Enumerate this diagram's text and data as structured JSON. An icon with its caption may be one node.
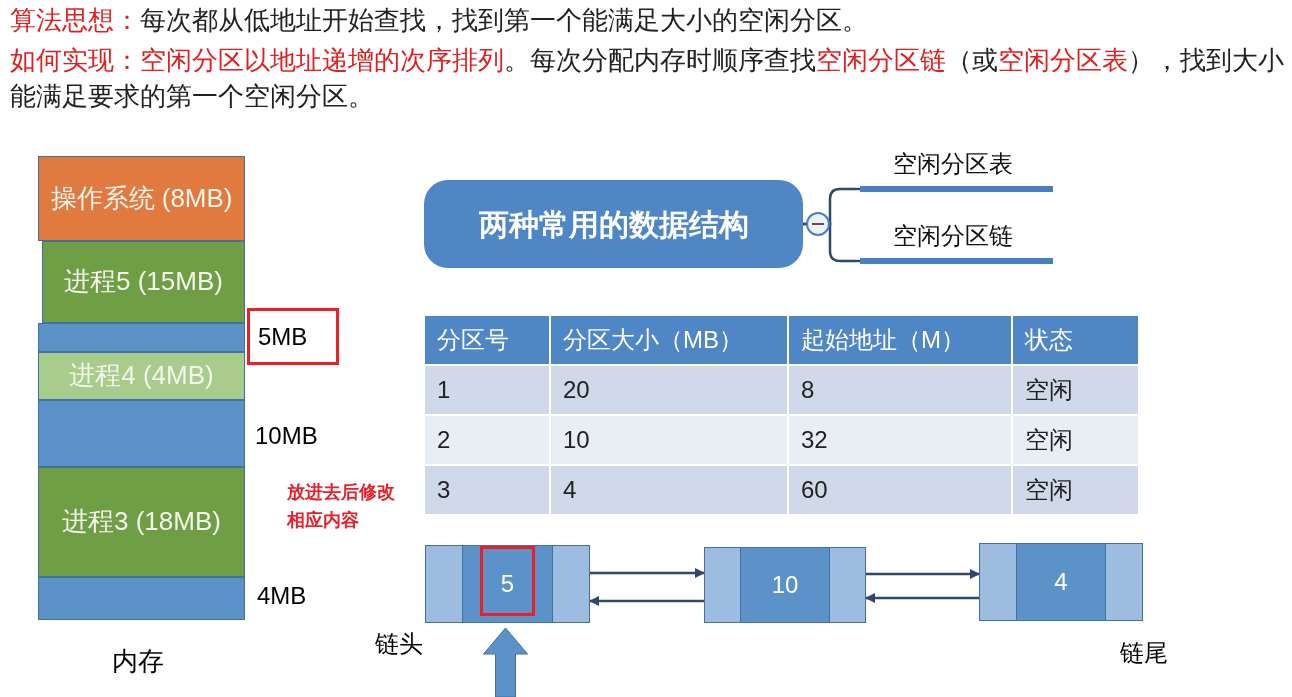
{
  "diagram": {
    "nodes": [
      {
        "text": [
          "操作系统 (8MB)"
        ]
      },
      {
        "text": [
          "进程5 (15MB)"
        ]
      },
      {
        "text": [],
        "shape": "box"
      },
      {
        "text": [
          "5MB"
        ]
      },
      {
        "text": [
          "进程4 (4MB)"
        ]
      },
      {
        "text": [],
        "shape": "box",
        "beside": [
          "10MB"
        ]
      },
      {
        "text": [
          "进程3 (18MB)"
        ]
      },
      {
        "text": [],
        "shape": "box",
        "beside": [
          "4MB"
        ]
      },
      {
        "text": [
          "两种常用的数据结构"
        ]
      },
      {
        "text": [
          "空闲分区表"
        ]
      },
      {
        "text": [
          "空闲分区链"
        ]
      },
      {
        "text": [
          "5"
        ],
        "beside": [
          "链头"
        ]
      },
      {
        "text": [
          "10"
        ]
      },
      {
        "text": [
          "4"
        ],
        "beside": [
          "链尾"
        ]
      }
    ],
    "edges": [
      {
        "from": 8,
        "to": 9,
        "arrow": "none"
      },
      {
        "from": 8,
        "to": 10,
        "arrow": "none"
      },
      {
        "from": 11,
        "to": 12,
        "arrow": "to"
      },
      {
        "from": 12,
        "to": 11,
        "arrow": "to"
      },
      {
        "from": 12,
        "to": 13,
        "arrow": "to"
      },
      {
        "from": 13,
        "to": 12,
        "arrow": "to"
      },
      {
        "from": null,
        "to": 11,
        "arrow": "to",
        "style": "thick",
        "color": "#5b93c9"
      }
    ],
    "labels": [
      "**算法思想：**每次都从低地址开始查找，找到第一个能满足大小的空闲分区。",
      "**如何实现：空闲分区以地址递增的次序排列**。每次分配内存时顺序查找**空闲分区链**（或**空闲分区表**），找到大小能满足要求的第一个空闲分区。",
      "分区号",
      "分区大小（MB）",
      "起始地址（M）",
      "状态",
      "1",
      "20",
      "8",
      "空闲",
      "2",
      "10",
      "32",
      "空闲",
      "3",
      "4",
      "60",
      "空闲",
      "放进去后修改相应内容",
      "内存"
    ]
  }
}
